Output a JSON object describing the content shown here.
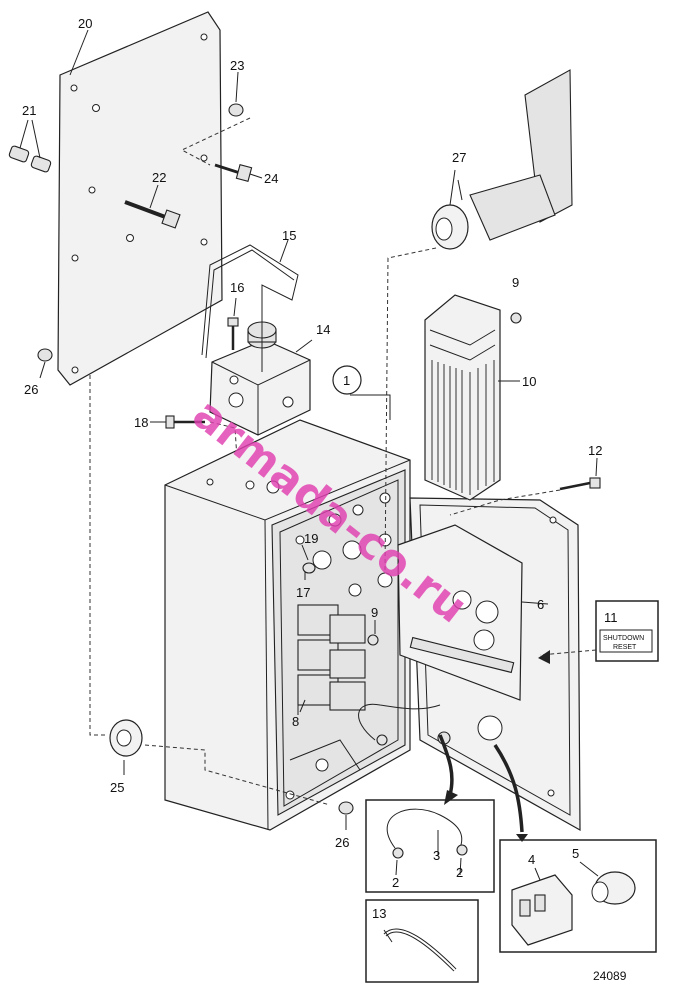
{
  "labels": {
    "p1": "1",
    "p2a": "2",
    "p2b": "2",
    "p3": "3",
    "p4": "4",
    "p5": "5",
    "p6": "6",
    "p8": "8",
    "p9a": "9",
    "p9b": "9",
    "p10": "10",
    "p11": "11",
    "p12": "12",
    "p13": "13",
    "p14": "14",
    "p15": "15",
    "p16": "16",
    "p17": "17",
    "p18": "18",
    "p19": "19",
    "p20": "20",
    "p21": "21",
    "p22": "22",
    "p23": "23",
    "p24": "24",
    "p25": "25",
    "p26a": "26",
    "p26b": "26",
    "p27": "27"
  },
  "panel_text": {
    "line1": "SHUTDOWN",
    "line2": "RESET"
  },
  "figure_number": "24089",
  "watermark": "armada-co.ru",
  "colors": {
    "watermark": "#e040b0",
    "ink": "#222222"
  }
}
